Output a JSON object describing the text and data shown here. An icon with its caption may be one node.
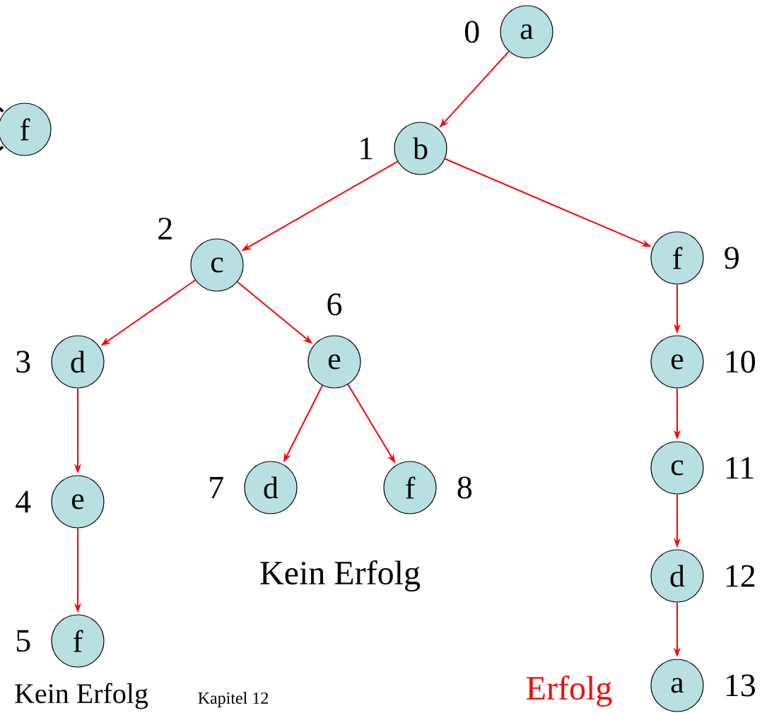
{
  "diagram": {
    "nodes": [
      {
        "text": [
          "a"
        ],
        "beside": [
          "0"
        ]
      },
      {
        "text": [
          "f"
        ]
      },
      {
        "text": [
          "b"
        ],
        "beside": [
          "1"
        ]
      },
      {
        "text": [
          "c"
        ],
        "beside": [
          "2"
        ]
      },
      {
        "text": [
          "f"
        ],
        "beside": [
          "9"
        ]
      },
      {
        "text": [
          "d"
        ],
        "beside": [
          "3"
        ]
      },
      {
        "text": [
          "e"
        ],
        "beside": [
          "6"
        ]
      },
      {
        "text": [
          "e"
        ],
        "beside": [
          "10"
        ]
      },
      {
        "text": [
          "c"
        ],
        "beside": [
          "11"
        ]
      },
      {
        "text": [
          "e"
        ],
        "beside": [
          "4"
        ]
      },
      {
        "text": [
          "d"
        ],
        "beside": [
          "7"
        ]
      },
      {
        "text": [
          "f"
        ],
        "beside": [
          "8"
        ]
      },
      {
        "text": [
          "d"
        ],
        "beside": [
          "12"
        ]
      },
      {
        "text": [
          "f"
        ],
        "beside": [
          "5"
        ]
      },
      {
        "text": [
          "a"
        ],
        "beside": [
          "13"
        ]
      }
    ],
    "edges": [
      {
        "from": 0,
        "to": 2,
        "arrow": "to"
      },
      {
        "from": 2,
        "to": 3,
        "arrow": "to"
      },
      {
        "from": 2,
        "to": 4,
        "arrow": "to"
      },
      {
        "from": 3,
        "to": 5,
        "arrow": "to"
      },
      {
        "from": 3,
        "to": 6,
        "arrow": "to"
      },
      {
        "from": 5,
        "to": 9,
        "arrow": "to"
      },
      {
        "from": 9,
        "to": 13,
        "arrow": "to"
      },
      {
        "from": 6,
        "to": 10,
        "arrow": "to"
      },
      {
        "from": 6,
        "to": 11,
        "arrow": "to"
      },
      {
        "from": 4,
        "to": 7,
        "arrow": "to"
      },
      {
        "from": 7,
        "to": 8,
        "arrow": "to"
      },
      {
        "from": 8,
        "to": 12,
        "arrow": "to"
      },
      {
        "from": 12,
        "to": 14,
        "arrow": "to"
      },
      {
        "from": null,
        "to": 1,
        "arrow": "none",
        "style": "thick",
        "color": "#000000"
      },
      {
        "from": null,
        "to": 1,
        "arrow": "none",
        "style": "thick",
        "color": "#000000"
      }
    ],
    "labels": [
      "Kein Erfolg",
      "Erfolg",
      "Kein Erfolg",
      "Kapitel 12"
    ]
  }
}
